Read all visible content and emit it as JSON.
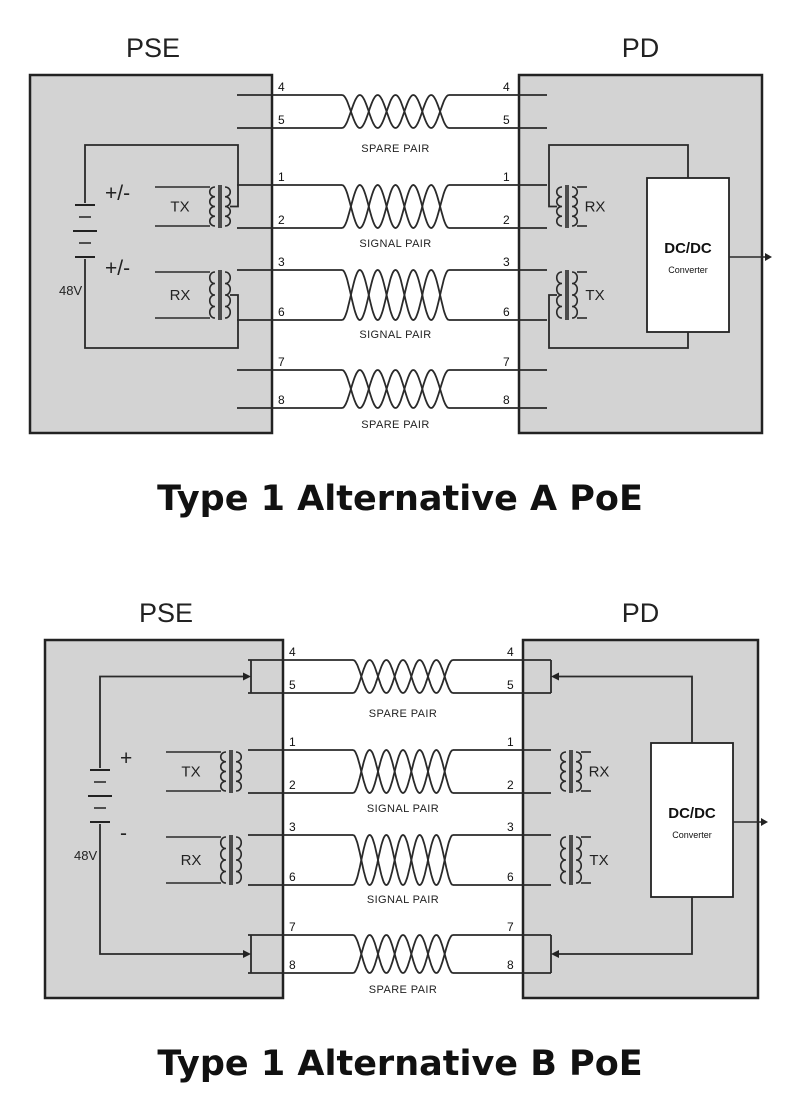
{
  "diagrams": [
    {
      "title": "Type 1 Alternative A PoE",
      "pse_label": "PSE",
      "pd_label": "PD",
      "voltage": "48V",
      "polarity_top": "+/-",
      "polarity_bottom": "+/-",
      "pse_tx": "TX",
      "pse_rx": "RX",
      "pd_rx": "RX",
      "pd_tx": "TX",
      "converter_title": "DC/DC",
      "converter_subtitle": "Converter",
      "pins": [
        "4",
        "5",
        "1",
        "2",
        "3",
        "6",
        "7",
        "8"
      ],
      "pair_labels": [
        "SPARE PAIR",
        "SIGNAL PAIR",
        "SIGNAL PAIR",
        "SPARE PAIR"
      ]
    },
    {
      "title": "Type 1 Alternative B PoE",
      "pse_label": "PSE",
      "pd_label": "PD",
      "voltage": "48V",
      "polarity_top": "+",
      "polarity_bottom": "-",
      "pse_tx": "TX",
      "pse_rx": "RX",
      "pd_rx": "RX",
      "pd_tx": "TX",
      "converter_title": "DC/DC",
      "converter_subtitle": "Converter",
      "pins": [
        "4",
        "5",
        "1",
        "2",
        "3",
        "6",
        "7",
        "8"
      ],
      "pair_labels": [
        "SPARE PAIR",
        "SIGNAL PAIR",
        "SIGNAL PAIR",
        "SPARE PAIR"
      ]
    }
  ]
}
